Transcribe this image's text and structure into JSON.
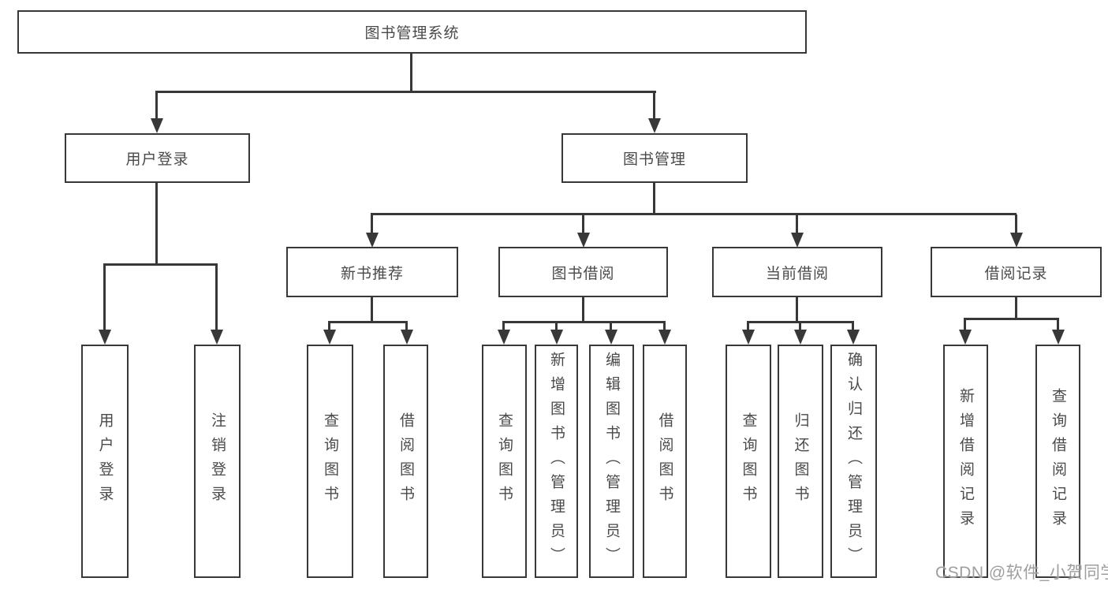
{
  "nodes": {
    "root": "图书管理系统",
    "l2": [
      "用户登录",
      "图书管理"
    ],
    "l3": [
      "新书推荐",
      "图书借阅",
      "当前借阅",
      "借阅记录"
    ],
    "l4": [
      "用户登录",
      "注销登录",
      "查询图书",
      "借阅图书",
      "查询图书",
      "新增图书（管理员）",
      "编辑图书（管理员）",
      "借阅图书",
      "查询图书",
      "归还图书",
      "确认归还（管理员）",
      "新增借阅记录",
      "查询借阅记录"
    ]
  },
  "hierarchy": {
    "图书管理系统": [
      "用户登录",
      "图书管理"
    ],
    "用户登录": [
      "用户登录",
      "注销登录"
    ],
    "图书管理": [
      "新书推荐",
      "图书借阅",
      "当前借阅",
      "借阅记录"
    ],
    "新书推荐": [
      "查询图书",
      "借阅图书"
    ],
    "图书借阅": [
      "查询图书",
      "新增图书（管理员）",
      "编辑图书（管理员）",
      "借阅图书"
    ],
    "当前借阅": [
      "查询图书",
      "归还图书",
      "确认归还（管理员）"
    ],
    "借阅记录": [
      "新增借阅记录",
      "查询借阅记录"
    ]
  },
  "watermark": "CSDN @软件_小贺同学",
  "colors": {
    "line": "#383838",
    "text": "#4a4a4a",
    "background": "#ffffff",
    "watermark": "#9e9e9e"
  }
}
